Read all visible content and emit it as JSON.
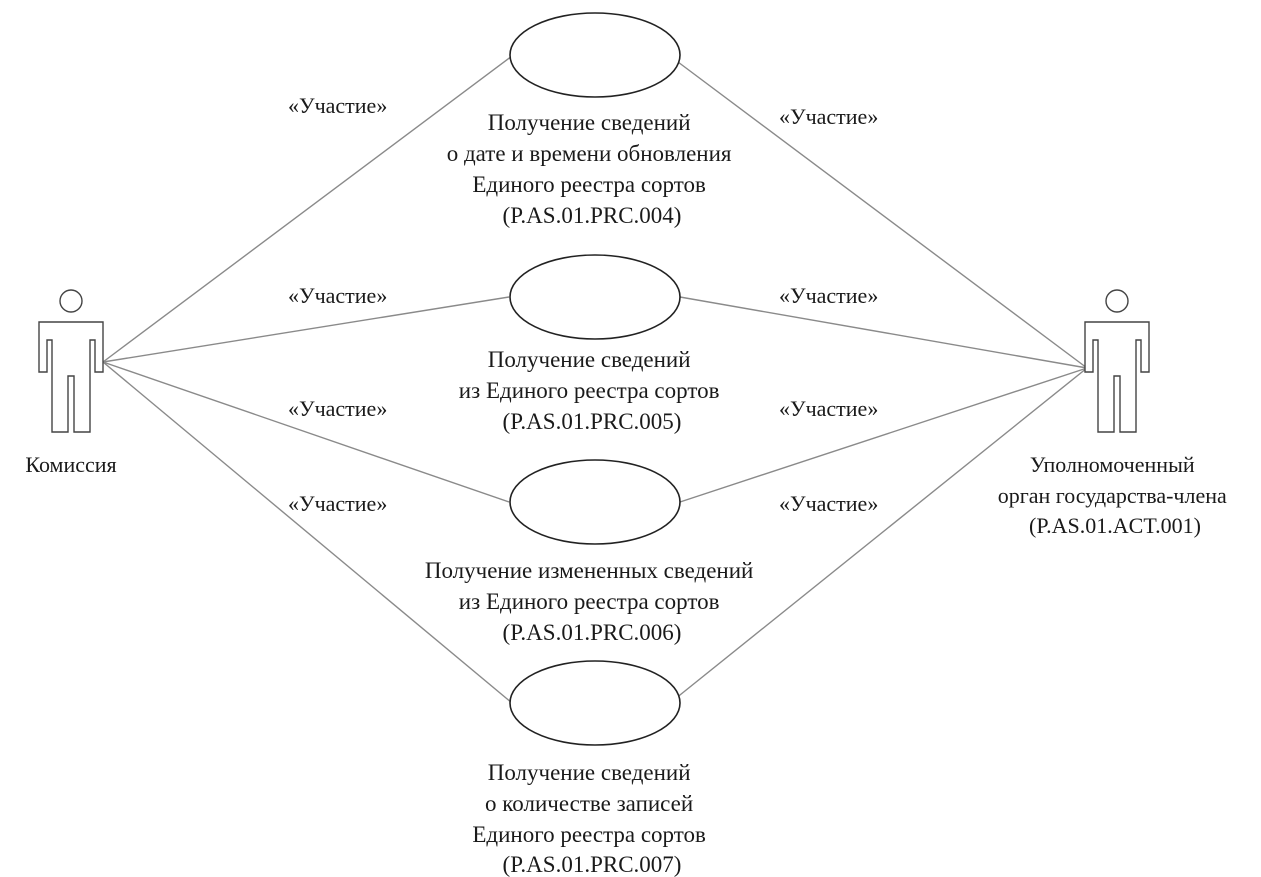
{
  "actors": [
    {
      "id": "commission",
      "lines": [
        "Комиссия"
      ]
    },
    {
      "id": "authority",
      "lines": [
        "Уполномоченный",
        "орган государства-члена",
        "(P.AS.01.ACT.001)"
      ]
    }
  ],
  "use_cases": [
    {
      "id": "uc1",
      "lines": [
        "Получение сведений",
        "о дате и времени обновления",
        "Единого реестра сортов",
        "(P.AS.01.PRC.004)"
      ]
    },
    {
      "id": "uc2",
      "lines": [
        "Получение сведений",
        "из Единого реестра сортов",
        "(P.AS.01.PRC.005)"
      ]
    },
    {
      "id": "uc3",
      "lines": [
        "Получение измененных сведений",
        "из Единого реестра сортов",
        "(P.AS.01.PRC.006)"
      ]
    },
    {
      "id": "uc4",
      "lines": [
        "Получение сведений",
        "о количестве записей",
        "Единого реестра сортов",
        "(P.AS.01.PRC.007)"
      ]
    }
  ],
  "associations": [
    {
      "from": "commission",
      "to": "uc1",
      "label": "«Участие»"
    },
    {
      "from": "commission",
      "to": "uc2",
      "label": "«Участие»"
    },
    {
      "from": "commission",
      "to": "uc3",
      "label": "«Участие»"
    },
    {
      "from": "commission",
      "to": "uc4",
      "label": "«Участие»"
    },
    {
      "from": "authority",
      "to": "uc1",
      "label": "«Участие»"
    },
    {
      "from": "authority",
      "to": "uc2",
      "label": "«Участие»"
    },
    {
      "from": "authority",
      "to": "uc3",
      "label": "«Участие»"
    },
    {
      "from": "authority",
      "to": "uc4",
      "label": "«Участие»"
    }
  ]
}
